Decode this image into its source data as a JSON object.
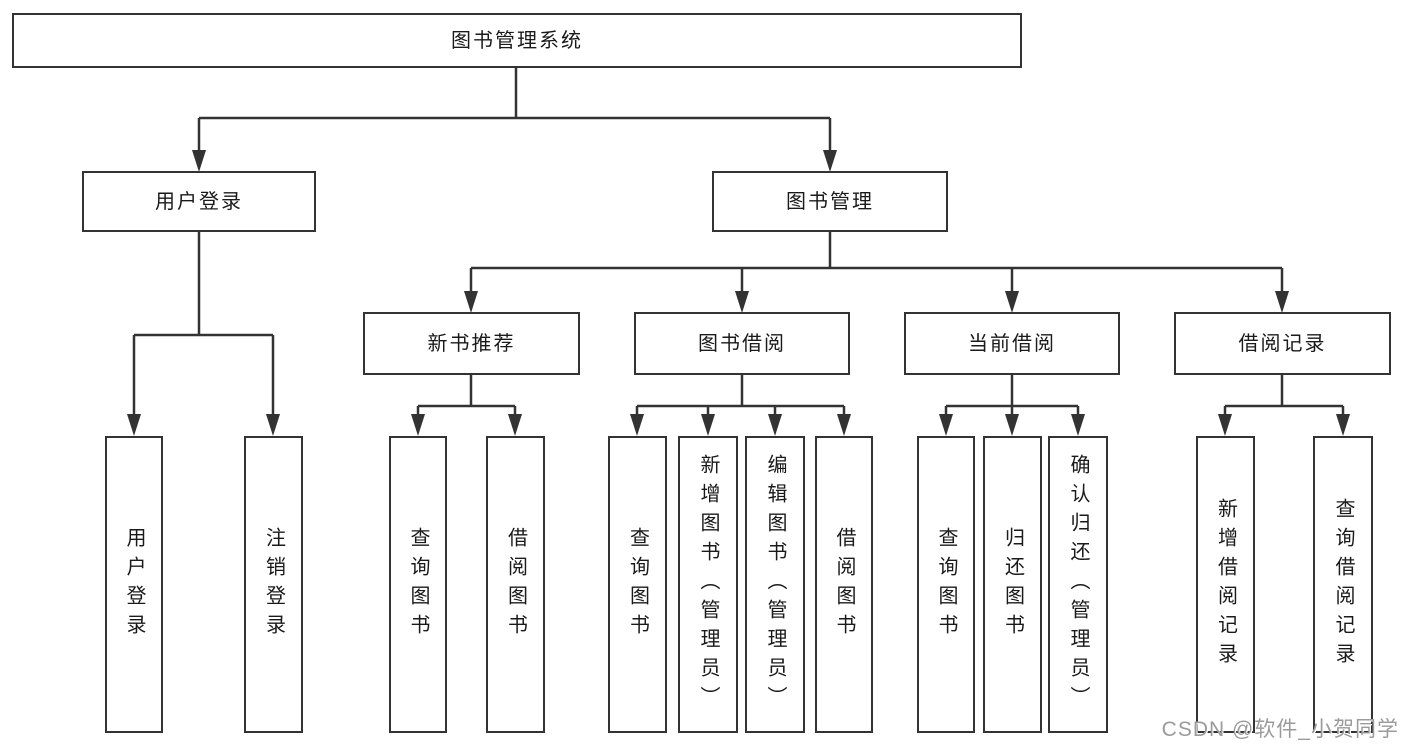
{
  "tree": {
    "root": {
      "label": "图书管理系统"
    },
    "user_login": {
      "label": "用户登录",
      "children": [
        {
          "label": "用户登录"
        },
        {
          "label": "注销登录"
        }
      ]
    },
    "book_management": {
      "label": "图书管理"
    },
    "modules": [
      {
        "label": "新书推荐",
        "children": [
          {
            "label": "查询图书"
          },
          {
            "label": "借阅图书"
          }
        ]
      },
      {
        "label": "图书借阅",
        "children": [
          {
            "label": "查询图书"
          },
          {
            "label": "新增图书（管理员）"
          },
          {
            "label": "编辑图书（管理员）"
          },
          {
            "label": "借阅图书"
          }
        ]
      },
      {
        "label": "当前借阅",
        "children": [
          {
            "label": "查询图书"
          },
          {
            "label": "归还图书"
          },
          {
            "label": "确认归还（管理员）"
          }
        ]
      },
      {
        "label": "借阅记录",
        "children": [
          {
            "label": "新增借阅记录"
          },
          {
            "label": "查询借阅记录"
          }
        ]
      }
    ]
  },
  "watermark": {
    "text": "CSDN @软件_小贺同学"
  },
  "colors": {
    "line": "#333333",
    "text": "#1a1a1a",
    "background": "#ffffff",
    "watermark": "#9b9b9b"
  }
}
